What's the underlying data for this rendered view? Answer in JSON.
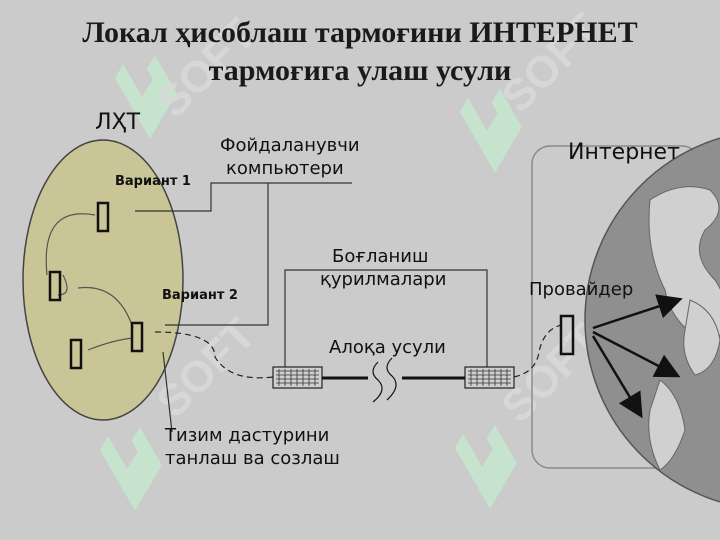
{
  "title": {
    "line1": "Локал ҳисоблаш тармоғини ИНТЕРНЕТ",
    "line2": "тармоғига улаш усули"
  },
  "labels": {
    "lan": "ЛҲТ",
    "internet": "Интернет",
    "user_computer_1": "Фойдаланувчи",
    "user_computer_2": "компьютери",
    "variant1": "Вариант 1",
    "variant2": "Вариант 2",
    "devices_1": "Боғланиш",
    "devices_2": "қурилмалари",
    "provider": "Провайдер",
    "comm_method": "Алоқа усули",
    "software_1": "Тизим дастурини",
    "software_2": "танлаш ва созлаш"
  },
  "watermark": {
    "text": "SOFT"
  },
  "colors": {
    "background": "#cbcbcb",
    "lan_fill": "#c9c597",
    "globe_fill": "#8f8f8f",
    "watermark": "#c9ead3"
  }
}
